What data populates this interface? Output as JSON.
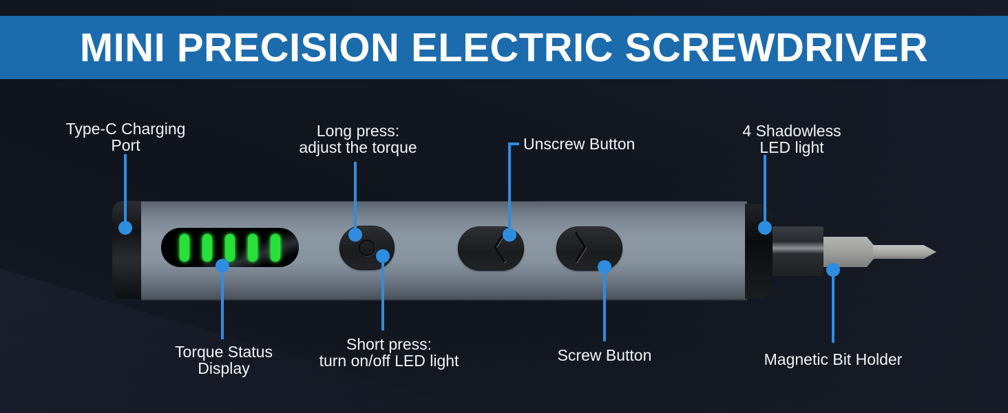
{
  "banner": {
    "title": "MINI PRECISION ELECTRIC SCREWDRIVER",
    "background_color": "#1b6bad"
  },
  "accent_color": "#2f8de0",
  "product": {
    "torque_display": {
      "led_bars_lit": 5,
      "led_bars_total": 5,
      "led_color": "#27e03a"
    },
    "buttons": {
      "torque": {
        "icon": "circle-icon"
      },
      "unscrew": {
        "icon": "chevron-left-icon",
        "glyph": "〈"
      },
      "screw": {
        "icon": "chevron-right-icon",
        "glyph": "〉"
      }
    }
  },
  "callouts": {
    "charging_port": "Type-C Charging\nPort",
    "long_press": "Long press:\nadjust the torque",
    "unscrew_button": "Unscrew Button",
    "led_light": "4 Shadowless\nLED light",
    "torque_status": "Torque Status\nDisplay",
    "short_press": "Short press:\nturn on/off LED light",
    "screw_button": "Screw Button",
    "bit_holder": "Magnetic Bit Holder"
  }
}
